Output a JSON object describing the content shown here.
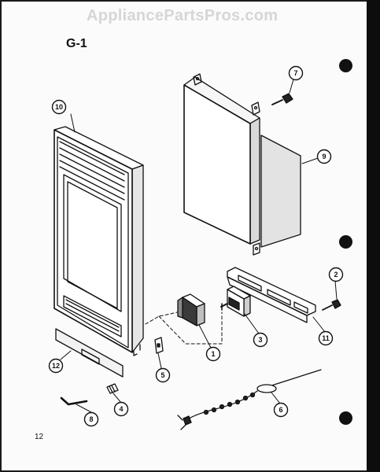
{
  "watermark": "AppliancePartsPros.com",
  "page_title": "G-1",
  "page_number": "12",
  "callouts": [
    "1",
    "2",
    "3",
    "4",
    "5",
    "6",
    "7",
    "8",
    "9",
    "10",
    "11",
    "12"
  ]
}
